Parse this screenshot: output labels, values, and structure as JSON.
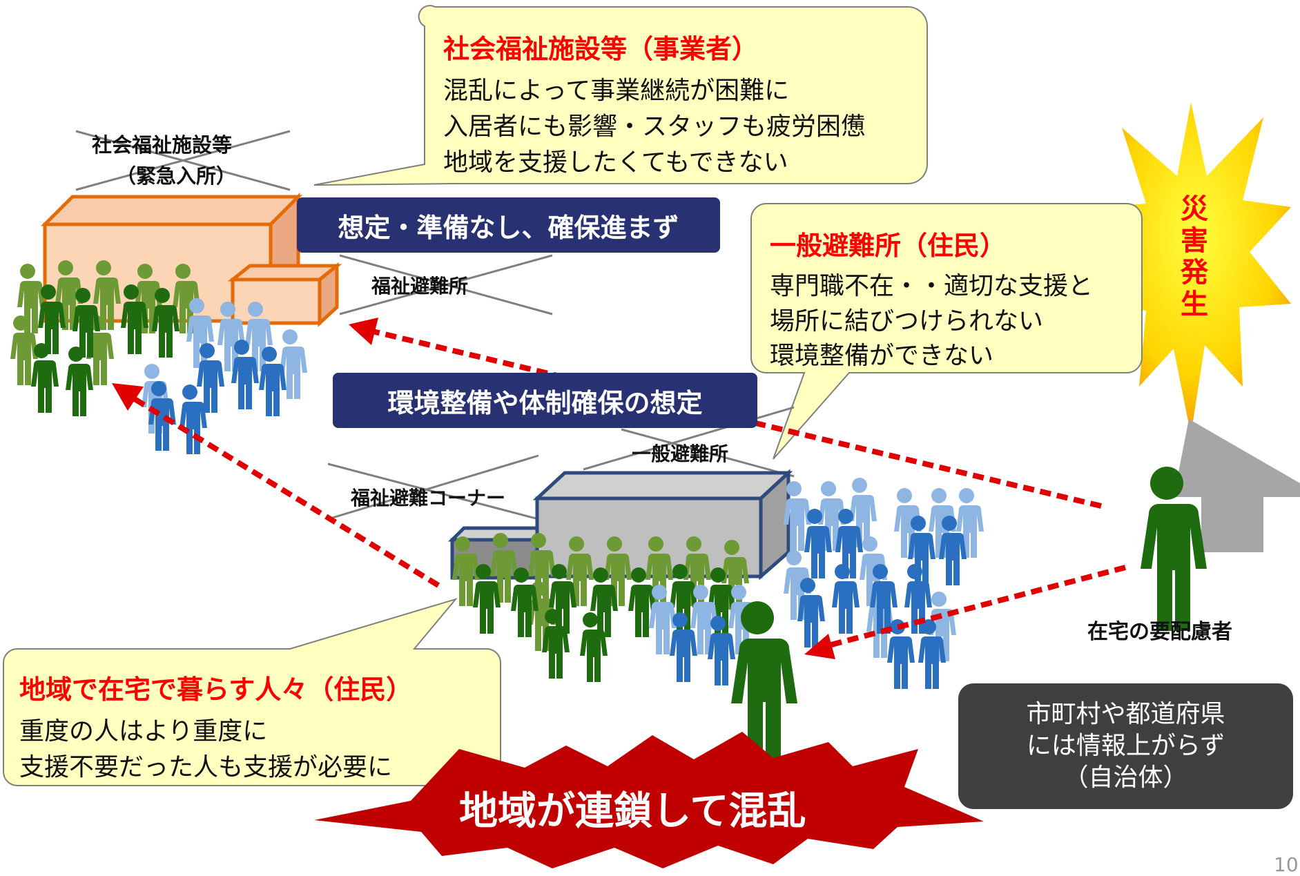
{
  "facility": {
    "label_line1": "社会福祉施設等",
    "label_line2": "（緊急入所）"
  },
  "callout_operator": {
    "heading": "社会福祉施設等（事業者）",
    "lines": [
      "混乱によって事業継続が困難に",
      "入居者にも影響・スタッフも疲労困憊",
      "地域を支援したくてもできない"
    ]
  },
  "banner_preparation": "想定・準備なし、確保進まず",
  "welfare_shelter_label": "福祉避難所",
  "callout_shelter": {
    "heading": "一般避難所（住民）",
    "lines": [
      "専門職不在・・適切な支援と",
      "場所に結びつけられない",
      "環境整備ができない"
    ]
  },
  "banner_environment": "環境整備や体制確保の想定",
  "general_shelter_label": "一般避難所",
  "welfare_corner_label": "福祉避難コーナー",
  "disaster_burst": [
    "災",
    "害",
    "発",
    "生"
  ],
  "home_person_label": "在宅の要配慮者",
  "callout_residents": {
    "heading": "地域で在宅で暮らす人々（住民）",
    "lines": [
      "重度の人はより重度に",
      "支援不要だった人も支援が必要に"
    ]
  },
  "municipality_box": [
    "市町村や都道府県",
    "には情報上がらず",
    "（自治体）"
  ],
  "chain_reaction": "地域が連鎖して混乱",
  "page_number": "10",
  "colors": {
    "navy": "#283272",
    "red_text": "#ff0000",
    "callout_fill": "#ffffc0",
    "dark_green": "#1f6b10",
    "light_green": "#6e9a36",
    "dark_blue": "#2a6fc0",
    "light_blue": "#8fb6e2",
    "burst_red": "#c00000",
    "gray_box": "#3f3f3f"
  }
}
